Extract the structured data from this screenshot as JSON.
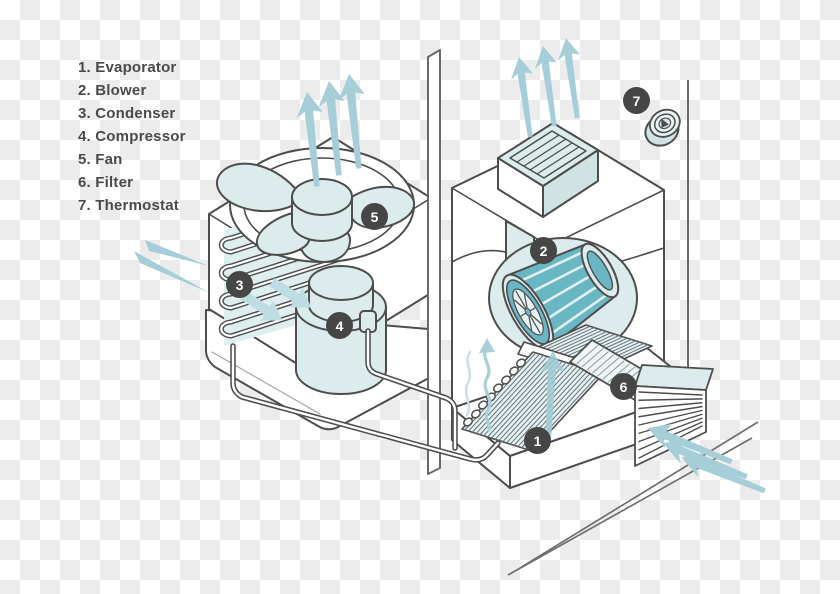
{
  "figure": {
    "subject": "Isometric cutaway diagram of a split air-conditioning system",
    "units": [
      "Outdoor condensing unit",
      "Indoor air handler"
    ]
  },
  "legend": {
    "items": [
      "1. Evaporator",
      "2. Blower",
      "3. Condenser",
      "4. Compressor",
      "5. Fan",
      "6. Filter",
      "7. Thermostat"
    ]
  },
  "badges": [
    {
      "num": "1",
      "component": "Evaporator"
    },
    {
      "num": "2",
      "component": "Blower"
    },
    {
      "num": "3",
      "component": "Condenser"
    },
    {
      "num": "4",
      "component": "Compressor"
    },
    {
      "num": "5",
      "component": "Fan"
    },
    {
      "num": "6",
      "component": "Filter"
    },
    {
      "num": "7",
      "component": "Thermostat"
    }
  ],
  "colors": {
    "outline": "#4d4d4d",
    "light_teal": "#dcebec",
    "pale_teal": "#e7f1f1",
    "medium_teal": "#68b7c3",
    "arrow_teal": "#a6ced9",
    "chevron_teal": "#bddde3",
    "badge_bg": "#464646",
    "legend_text": "#4a4a4a",
    "checker_gray": "#ececec"
  }
}
